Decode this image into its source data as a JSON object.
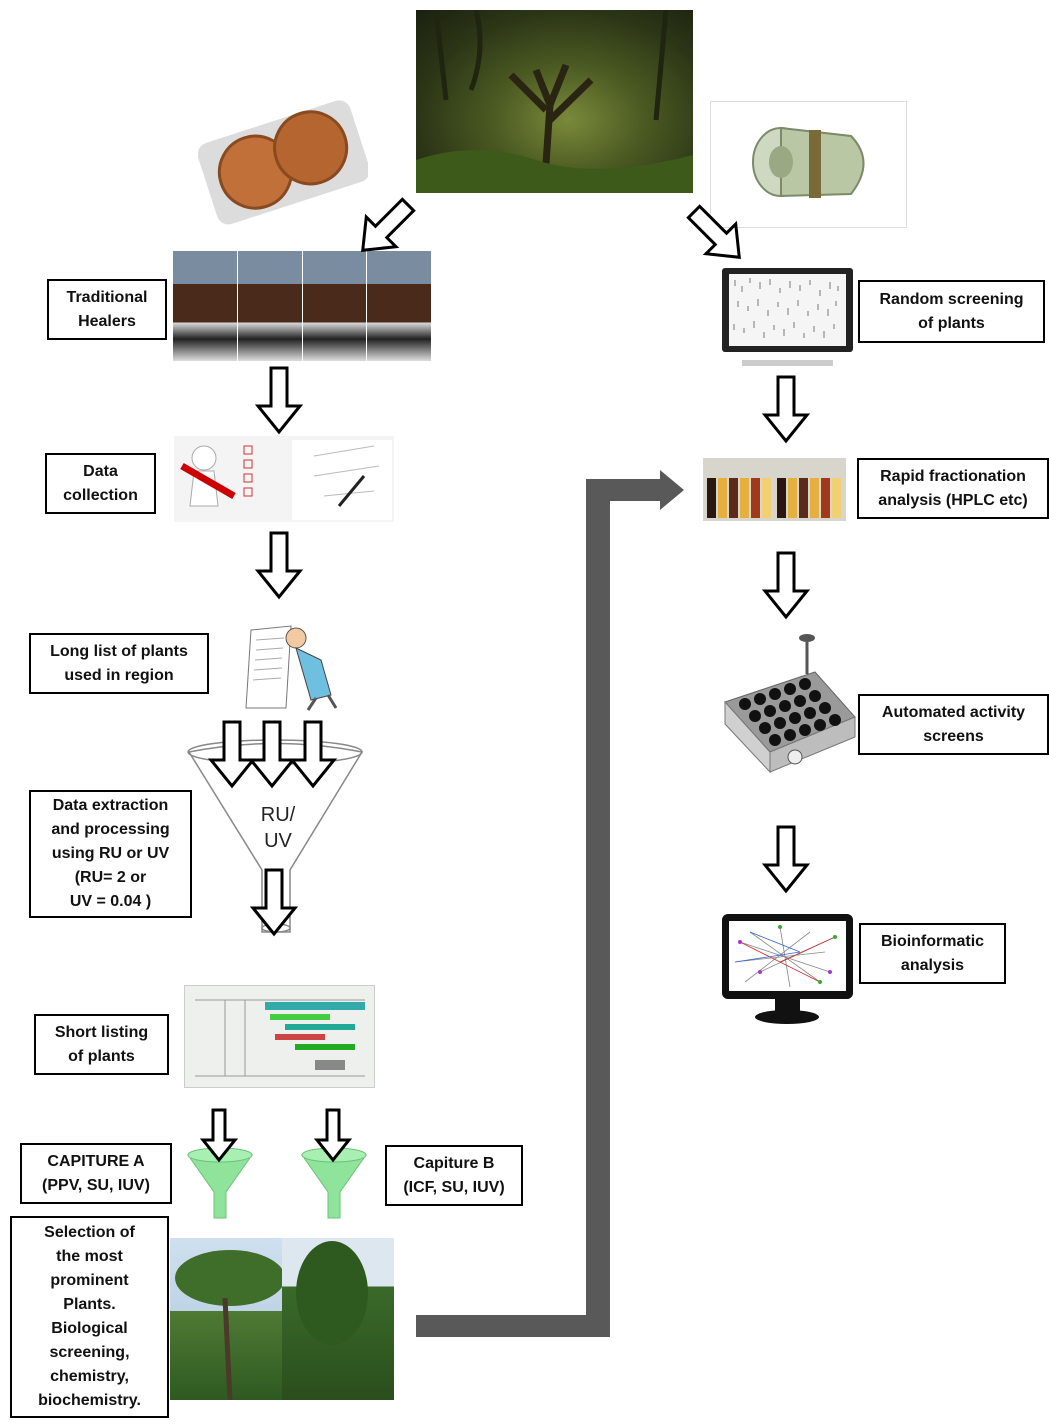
{
  "left_steps": {
    "traditional_healers": [
      "Traditional",
      "Healers"
    ],
    "data_collection": [
      "Data",
      "collection"
    ],
    "long_list": [
      "Long list of plants",
      "used in region"
    ],
    "data_extraction": [
      "Data extraction",
      "and processing",
      "using RU or UV",
      "(RU= 2 or",
      "UV = 0.04 )"
    ],
    "funnel_label": [
      "RU/",
      "UV"
    ],
    "short_listing": [
      "Short listing",
      "of plants"
    ],
    "capiture_a": [
      "CAPITURE A",
      "(PPV, SU, IUV)"
    ],
    "capiture_b": [
      "Capiture B",
      "(ICF, SU, IUV)"
    ],
    "selection": [
      "Selection of",
      "the most",
      "prominent",
      "Plants.",
      "Biological",
      "screening,",
      "chemistry,",
      "biochemistry."
    ]
  },
  "right_steps": {
    "random_screening": [
      "Random screening",
      "of plants"
    ],
    "rapid_fractionation": [
      "Rapid fractionation",
      "analysis (HPLC etc)"
    ],
    "automated_activity": [
      "Automated activity",
      "screens"
    ],
    "bioinformatic": [
      "Bioinformatic",
      "analysis"
    ]
  },
  "colors": {
    "connector_gray": "#595959",
    "funnel_green": "#8fe39a",
    "forest_dark": "#2f3a1c",
    "coin_copper": "#b5652f"
  }
}
